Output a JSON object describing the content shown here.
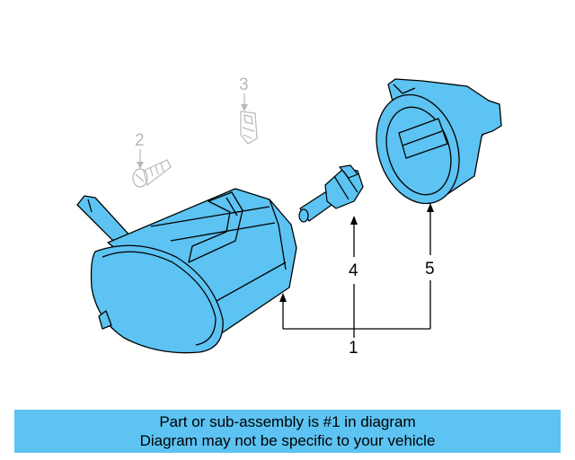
{
  "colors": {
    "part_fill": "#5cc3f2",
    "outline": "#000000",
    "faded": "#b8b8b8",
    "banner": "#5cc3f2"
  },
  "callouts": {
    "c1": "1",
    "c2": "2",
    "c3": "3",
    "c4": "4",
    "c5": "5"
  },
  "footer": {
    "line1": "Part or sub-assembly is #1 in diagram",
    "line2": "Diagram may not be specific to your vehicle"
  }
}
